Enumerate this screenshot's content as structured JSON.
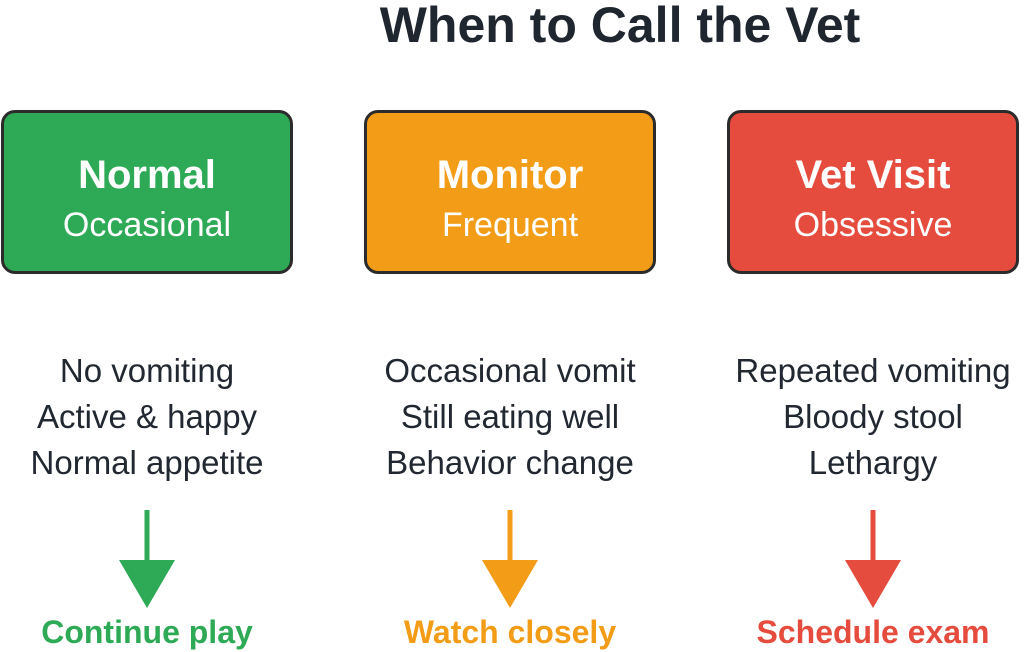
{
  "title": "When to Call the Vet",
  "columns": [
    {
      "heading": "Normal",
      "frequency": "Occasional",
      "color": "#2eaa57",
      "symptoms": [
        "No vomiting",
        "Active & happy",
        "Normal appetite"
      ],
      "action": "Continue play",
      "arrow_icon": "down-arrow-icon"
    },
    {
      "heading": "Monitor",
      "frequency": "Frequent",
      "color": "#f29c17",
      "symptoms": [
        "Occasional vomit",
        "Still eating well",
        "Behavior change"
      ],
      "action": "Watch closely",
      "arrow_icon": "down-arrow-icon"
    },
    {
      "heading": "Vet Visit",
      "frequency": "Obsessive",
      "color": "#e64c3d",
      "symptoms": [
        "Repeated vomiting",
        "Bloody stool",
        "Lethargy"
      ],
      "action": "Schedule exam",
      "arrow_icon": "down-arrow-icon"
    }
  ]
}
